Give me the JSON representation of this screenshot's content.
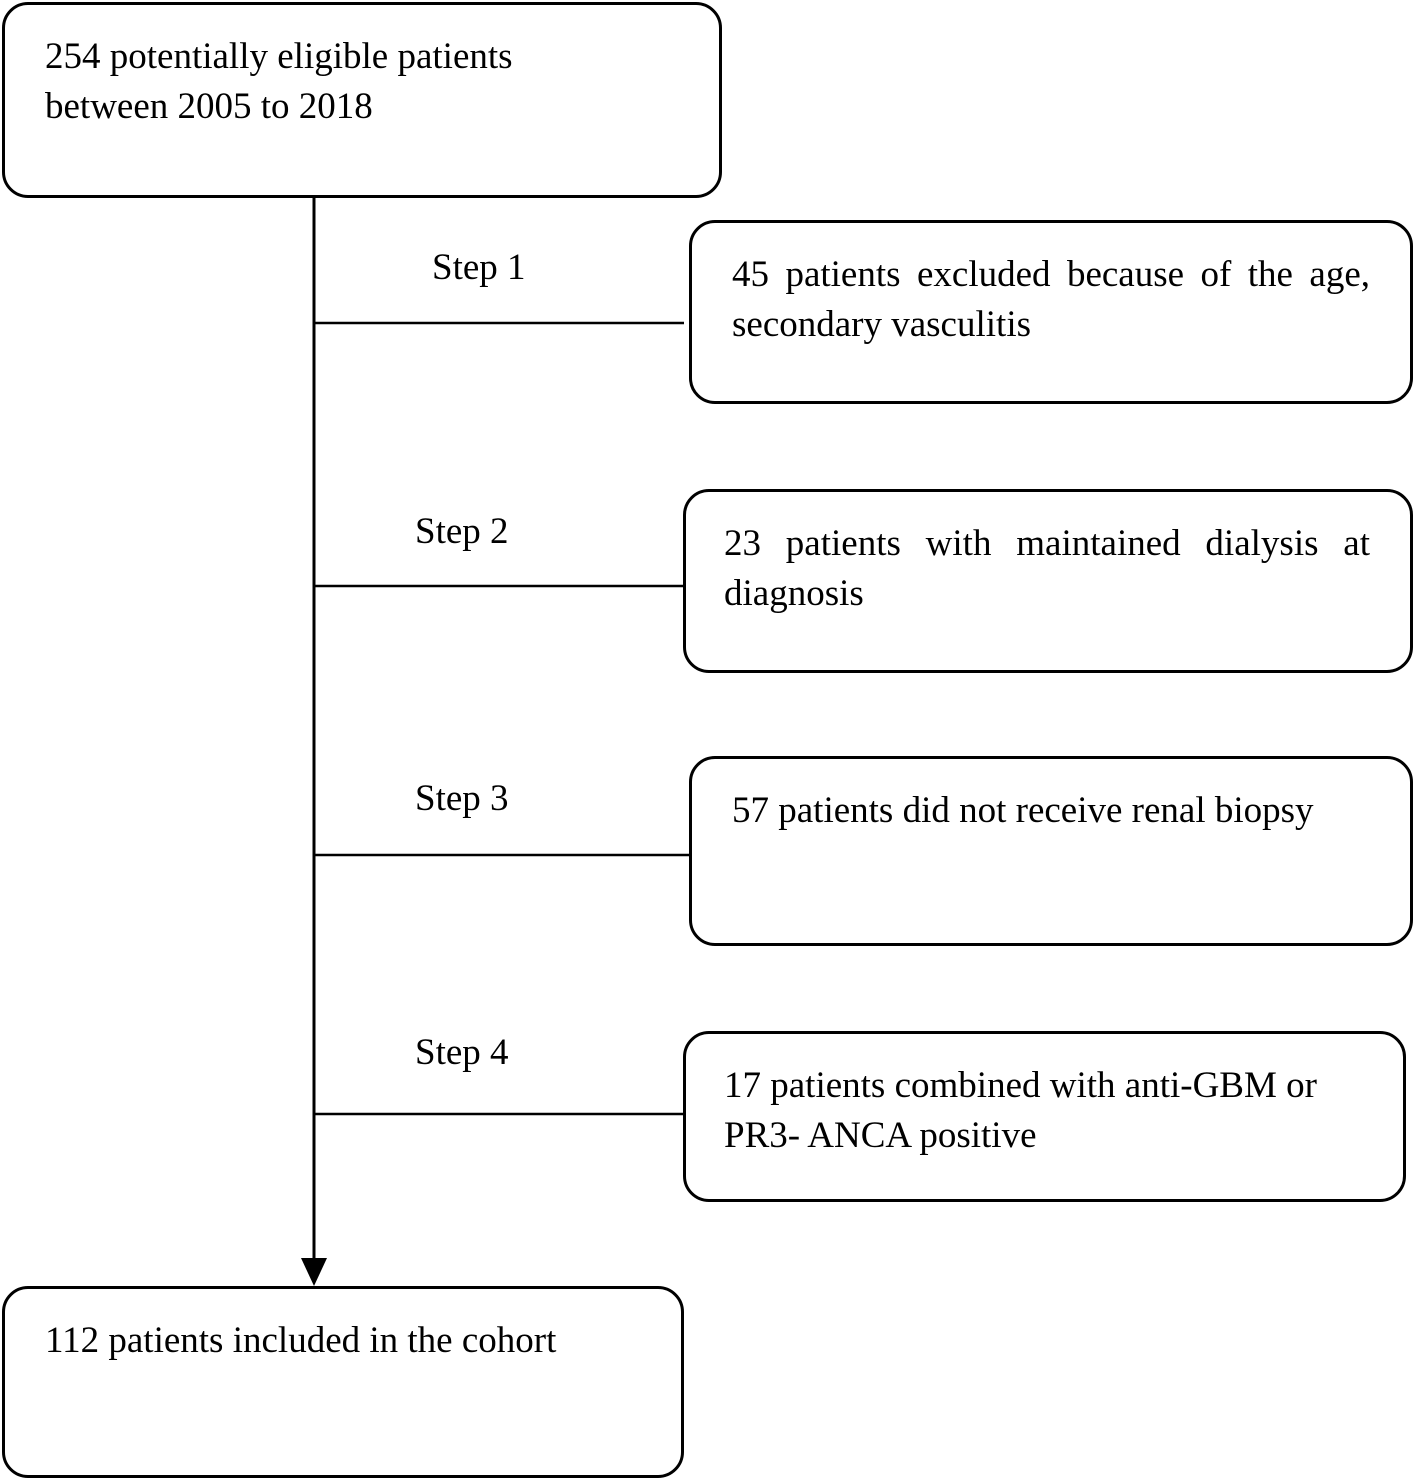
{
  "flow": {
    "start": {
      "line1": "254 potentially eligible patients",
      "line2": "between 2005 to 2018"
    },
    "steps": [
      {
        "label": "Step 1",
        "exclusion": "45 patients excluded because of the age, secondary vasculitis"
      },
      {
        "label": "Step 2",
        "exclusion": "23 patients with maintained dialysis at diagnosis"
      },
      {
        "label": "Step 3",
        "exclusion": "57 patients did not receive renal biopsy"
      },
      {
        "label": "Step 4",
        "exclusion": "17 patients combined with anti-GBM or PR3- ANCA positive"
      }
    ],
    "end": {
      "text": "112 patients included in the cohort"
    }
  },
  "colors": {
    "stroke": "#000000",
    "background": "#ffffff"
  }
}
